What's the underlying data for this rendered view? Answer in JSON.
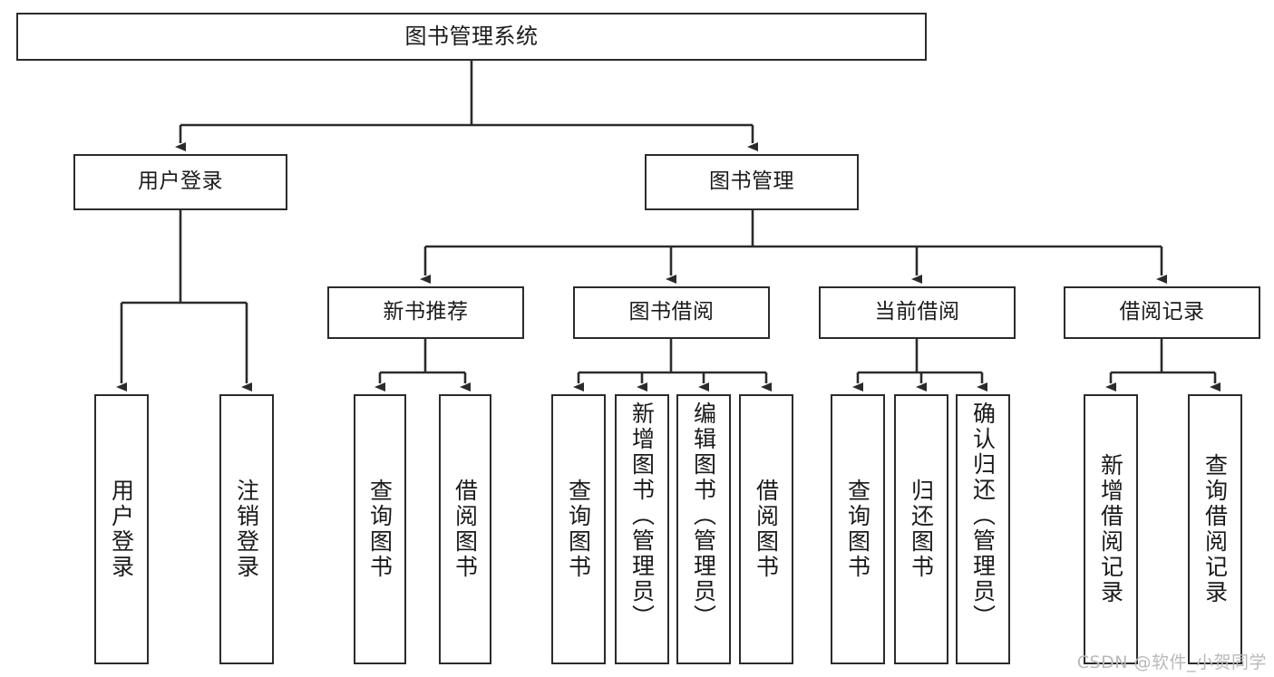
{
  "diagram": {
    "title": "图书管理系统",
    "type": "tree",
    "root": {
      "id": "root",
      "label": "图书管理系统"
    },
    "level2": [
      {
        "id": "user-login",
        "label": "用户登录"
      },
      {
        "id": "book-manage",
        "label": "图书管理"
      }
    ],
    "level3": [
      {
        "id": "new-book-rec",
        "label": "新书推荐"
      },
      {
        "id": "book-borrow",
        "label": "图书借阅"
      },
      {
        "id": "current-borrow",
        "label": "当前借阅"
      },
      {
        "id": "borrow-record",
        "label": "借阅记录"
      }
    ],
    "leaves": [
      {
        "id": "leaf-1",
        "label": "用户登录"
      },
      {
        "id": "leaf-2",
        "label": "注销登录"
      },
      {
        "id": "leaf-3",
        "label": "查询图书"
      },
      {
        "id": "leaf-4",
        "label": "借阅图书"
      },
      {
        "id": "leaf-5",
        "label": "查询图书"
      },
      {
        "id": "leaf-6",
        "label": "新增图书（管理员）"
      },
      {
        "id": "leaf-7",
        "label": "编辑图书（管理员）"
      },
      {
        "id": "leaf-8",
        "label": "借阅图书"
      },
      {
        "id": "leaf-9",
        "label": "查询图书"
      },
      {
        "id": "leaf-10",
        "label": "归还图书"
      },
      {
        "id": "leaf-11",
        "label": "确认归还（管理员）"
      },
      {
        "id": "leaf-12",
        "label": "新增借阅记录"
      },
      {
        "id": "leaf-13",
        "label": "查询借阅记录"
      }
    ]
  },
  "watermark": {
    "text": "CSDN @软件_小贺同学"
  },
  "colors": {
    "stroke": "#2b2b2b",
    "box_fill": "#ffffff",
    "text": "#1a1a1a",
    "watermark": "#b9b9b9",
    "background": "#ffffff"
  }
}
